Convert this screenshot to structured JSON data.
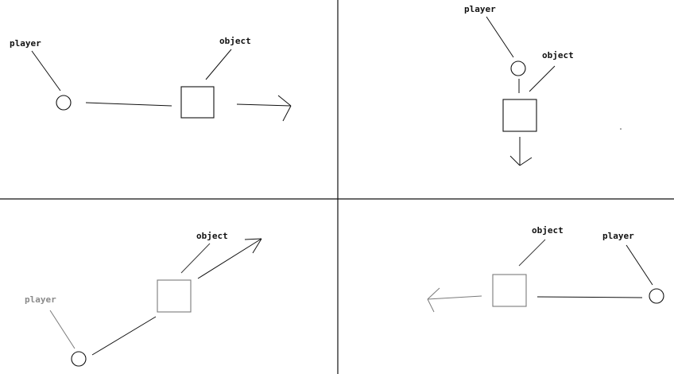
{
  "panels": [
    {
      "id": "top-left",
      "labels": {
        "player": "player",
        "object": "object"
      },
      "direction": "right"
    },
    {
      "id": "top-right",
      "labels": {
        "player": "player",
        "object": "object"
      },
      "direction": "down"
    },
    {
      "id": "bottom-left",
      "labels": {
        "player": "player",
        "object": "object"
      },
      "direction": "up-right"
    },
    {
      "id": "bottom-right",
      "labels": {
        "player": "player",
        "object": "object"
      },
      "direction": "left"
    }
  ],
  "colors": {
    "ink": "#111111",
    "faded_ink": "#8a8a8a",
    "background": "#ffffff"
  }
}
